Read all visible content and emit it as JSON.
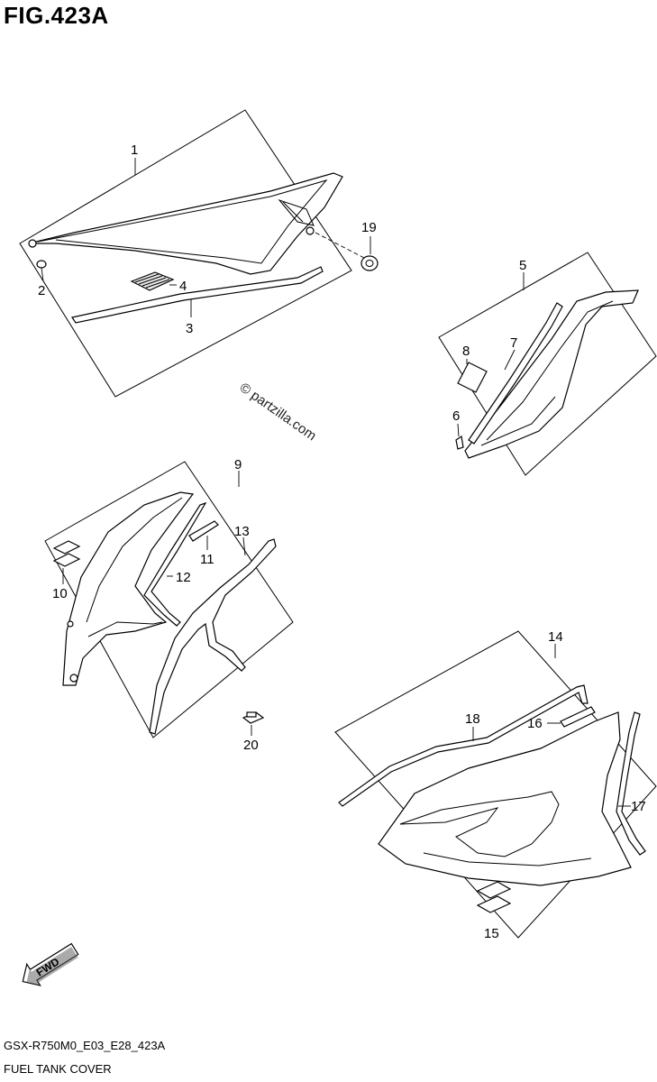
{
  "header": {
    "figure_title": "FIG.423A"
  },
  "watermark": "© partzilla.com",
  "callouts": {
    "c1": "1",
    "c2": "2",
    "c3": "3",
    "c4": "4",
    "c5": "5",
    "c6": "6",
    "c7": "7",
    "c8": "8",
    "c9": "9",
    "c10": "10",
    "c11": "11",
    "c12": "12",
    "c13": "13",
    "c14": "14",
    "c15": "15",
    "c16": "16",
    "c17": "17",
    "c18": "18",
    "c19": "19",
    "c20": "20"
  },
  "fwd_label": "FWD",
  "footer": {
    "diagram_code": "GSX-R750M0_E03_E28_423A",
    "diagram_name": "FUEL TANK COVER"
  }
}
